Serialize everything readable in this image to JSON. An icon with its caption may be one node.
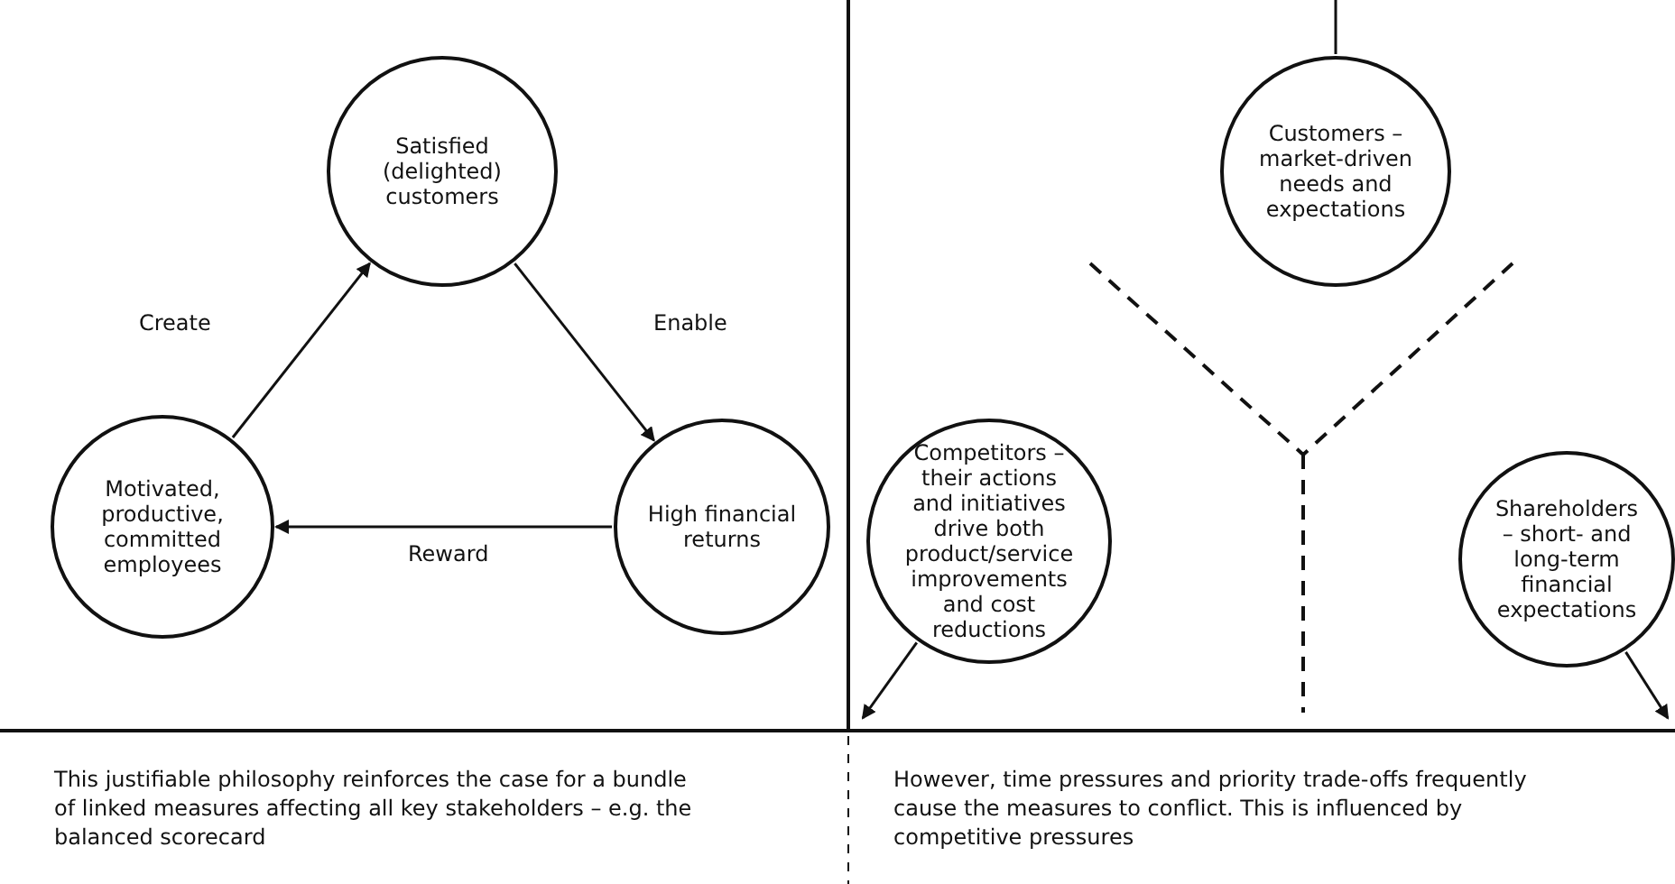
{
  "diagram": {
    "nodes": [
      {
        "text": [
          "Satisfied (delighted) customers"
        ]
      },
      {
        "text": [
          "High financial returns"
        ]
      },
      {
        "text": [
          "Motivated, productive, committed employees"
        ]
      },
      {
        "text": [
          "Customers – market-driven needs and expectations"
        ]
      },
      {
        "text": [
          "Competitors – their actions and initiatives drive both product/service improvements and cost reductions"
        ]
      },
      {
        "text": [
          "Shareholders – short- and long-term financial expectations"
        ]
      }
    ],
    "edges": [
      {
        "from": 0,
        "to": 1,
        "arrow": "to",
        "label": "Enable"
      },
      {
        "from": 1,
        "to": 2,
        "arrow": "to",
        "label": "Reward"
      },
      {
        "from": 2,
        "to": 0,
        "arrow": "to",
        "label": "Create"
      },
      {
        "from": 3,
        "to": null,
        "arrow": "none"
      },
      {
        "from": 4,
        "to": null,
        "arrow": "to"
      },
      {
        "from": 5,
        "to": null,
        "arrow": "to"
      }
    ],
    "labels": [
      "This justifiable philosophy reinforces the case for a bundle of linked measures affecting all key stakeholders – e.g. the balanced scorecard",
      "However, time pressures and priority trade-offs frequently cause the measures to conflict. This is influenced by competitive pressures"
    ]
  }
}
